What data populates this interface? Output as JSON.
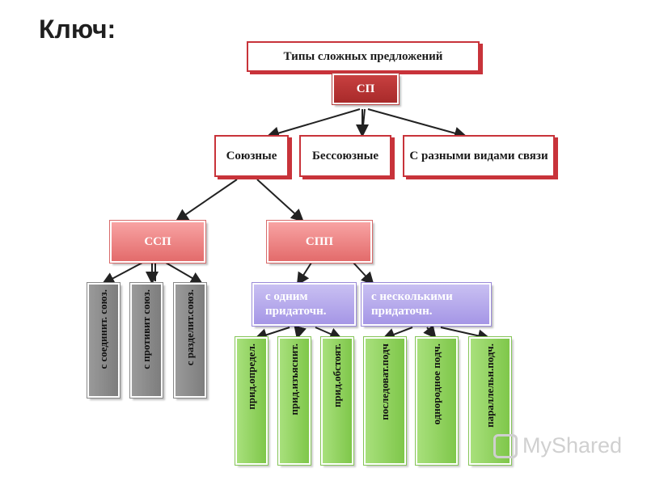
{
  "title": "Ключ:",
  "root": "Типы сложных предложений",
  "sp": "СП",
  "level2": [
    "Союзные",
    "Бессоюзные",
    "С разными видами связи"
  ],
  "level3": [
    "ССП",
    "СПП"
  ],
  "ssp_children": [
    "с соединит. союз.",
    "с противит союз.",
    "с разделит.союз."
  ],
  "spp_children": [
    "с одним придаточн.",
    "с несколькими придаточн."
  ],
  "one_children": [
    "прид.определ.",
    "прид.изъяснит.",
    "прид.обстоят."
  ],
  "many_children": [
    "последоват.подч",
    "однородное подч.",
    "параллельн.подч."
  ],
  "watermark": "MyShared",
  "colors": {
    "red_border": "#c8333a",
    "pink_fill": "#f28a8a",
    "sp_fill": "#b83535",
    "purple_fill": "#b3a6ec",
    "green_fill": "#96d766",
    "gray_fill": "#8c8c8c"
  }
}
